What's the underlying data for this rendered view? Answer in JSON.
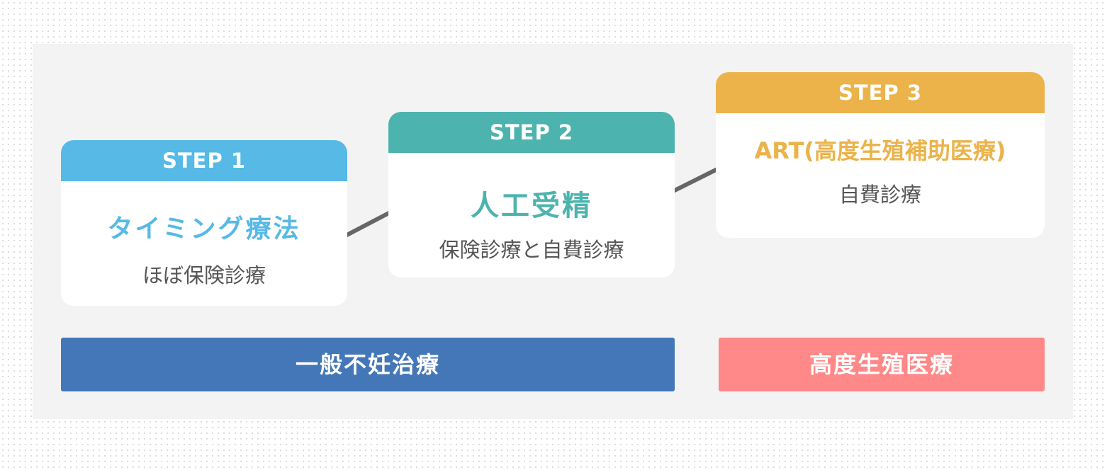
{
  "steps": [
    {
      "label": "STEP 1",
      "title": "タイミング療法",
      "subtitle": "ほぼ保険診療",
      "color": "#56b9e6"
    },
    {
      "label": "STEP 2",
      "title": "人工受精",
      "subtitle": "保険診療と自費診療",
      "color": "#4db3ae"
    },
    {
      "label": "STEP 3",
      "title": "ART(高度生殖補助医療)",
      "subtitle": "自費診療",
      "color": "#ebb34a"
    }
  ],
  "categories": {
    "general": {
      "label": "一般不妊治療",
      "color": "#4477b8"
    },
    "advanced": {
      "label": "高度生殖医療",
      "color": "#ff8888"
    }
  },
  "connector_color": "#666666",
  "panel_color": "#f3f3f3"
}
